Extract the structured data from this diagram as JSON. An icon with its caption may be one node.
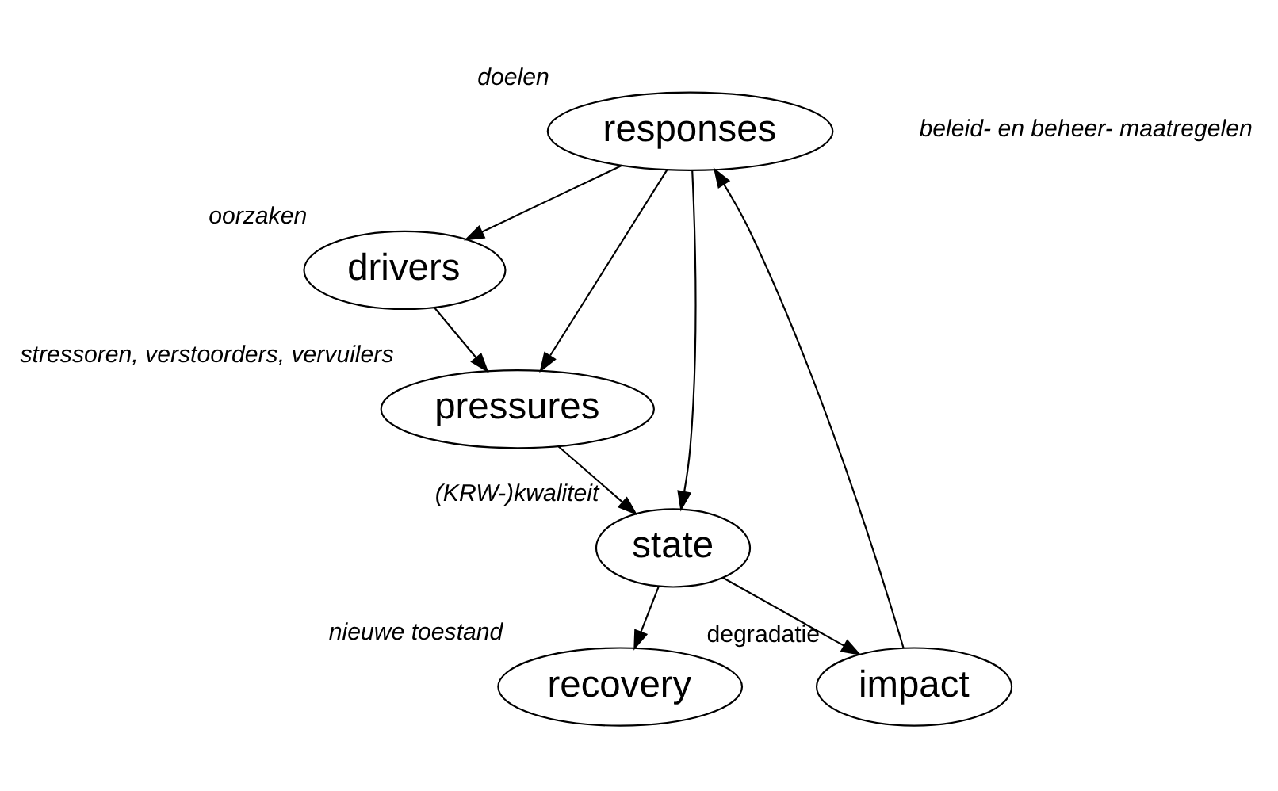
{
  "diagram": {
    "nodes": [
      {
        "text": [
          "responses"
        ],
        "beside": [
          "doelen"
        ]
      },
      {
        "text": [
          "drivers"
        ],
        "beside": [
          "oorzaken"
        ]
      },
      {
        "text": [
          "pressures"
        ],
        "beside": [
          "stressoren, verstoorders, vervuilers"
        ]
      },
      {
        "text": [
          "impact"
        ],
        "beside": [
          "degradatie"
        ]
      },
      {
        "text": [
          "state"
        ],
        "beside": [
          "(KRW-)kwaliteit"
        ]
      },
      {
        "text": [
          "recovery"
        ],
        "beside": [
          "nieuwe toestand"
        ]
      }
    ],
    "edges": [
      {
        "from": 0,
        "to": 1,
        "arrow": "to"
      },
      {
        "from": 1,
        "to": 2,
        "arrow": "to"
      },
      {
        "from": 0,
        "to": 2,
        "arrow": "to"
      },
      {
        "from": 0,
        "to": 4,
        "arrow": "to"
      },
      {
        "from": 2,
        "to": 4,
        "arrow": "to"
      },
      {
        "from": 4,
        "to": 3,
        "arrow": "to"
      },
      {
        "from": 3,
        "to": 0,
        "arrow": "to"
      },
      {
        "from": 4,
        "to": 5,
        "arrow": "to"
      }
    ],
    "labels": [
      "beleid- en beheer- maatregelen"
    ]
  }
}
